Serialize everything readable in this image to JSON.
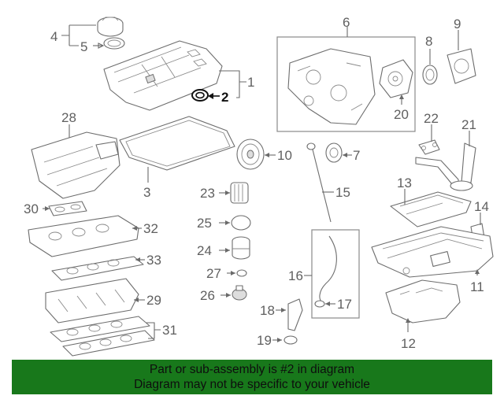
{
  "diagram": {
    "highlighted_callout": "2",
    "callouts": [
      {
        "id": "1"
      },
      {
        "id": "2"
      },
      {
        "id": "3"
      },
      {
        "id": "4"
      },
      {
        "id": "5"
      },
      {
        "id": "6"
      },
      {
        "id": "7"
      },
      {
        "id": "8"
      },
      {
        "id": "9"
      },
      {
        "id": "10"
      },
      {
        "id": "11"
      },
      {
        "id": "12"
      },
      {
        "id": "13"
      },
      {
        "id": "14"
      },
      {
        "id": "15"
      },
      {
        "id": "16"
      },
      {
        "id": "17"
      },
      {
        "id": "18"
      },
      {
        "id": "19"
      },
      {
        "id": "20"
      },
      {
        "id": "21"
      },
      {
        "id": "22"
      },
      {
        "id": "23"
      },
      {
        "id": "24"
      },
      {
        "id": "25"
      },
      {
        "id": "26"
      },
      {
        "id": "27"
      },
      {
        "id": "28"
      },
      {
        "id": "29"
      },
      {
        "id": "30"
      },
      {
        "id": "31"
      },
      {
        "id": "32"
      },
      {
        "id": "33"
      }
    ]
  },
  "banner": {
    "line1": "Part or sub-assembly is #2 in diagram",
    "line2": "Diagram may not be specific to your vehicle",
    "background_color": "#18781b"
  }
}
